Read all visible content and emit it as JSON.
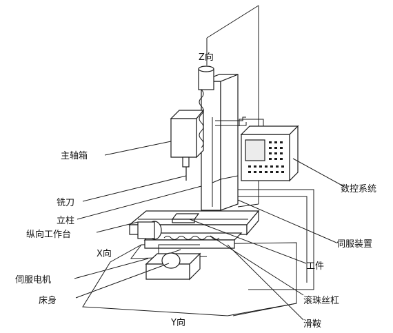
{
  "labels": {
    "z_axis": "Z向",
    "x_axis": "X向",
    "y_axis": "Y向",
    "headstock": "主轴箱",
    "milling_cutter": "铣刀",
    "column": "立柱",
    "longitudinal_table": "纵向工作台",
    "servo_motor": "伺服电机",
    "bed": "床身",
    "cnc_system": "数控系统",
    "servo_device": "伺服装置",
    "workpiece": "工件",
    "ball_screw": "滚珠丝杠",
    "saddle": "滑鞍"
  }
}
